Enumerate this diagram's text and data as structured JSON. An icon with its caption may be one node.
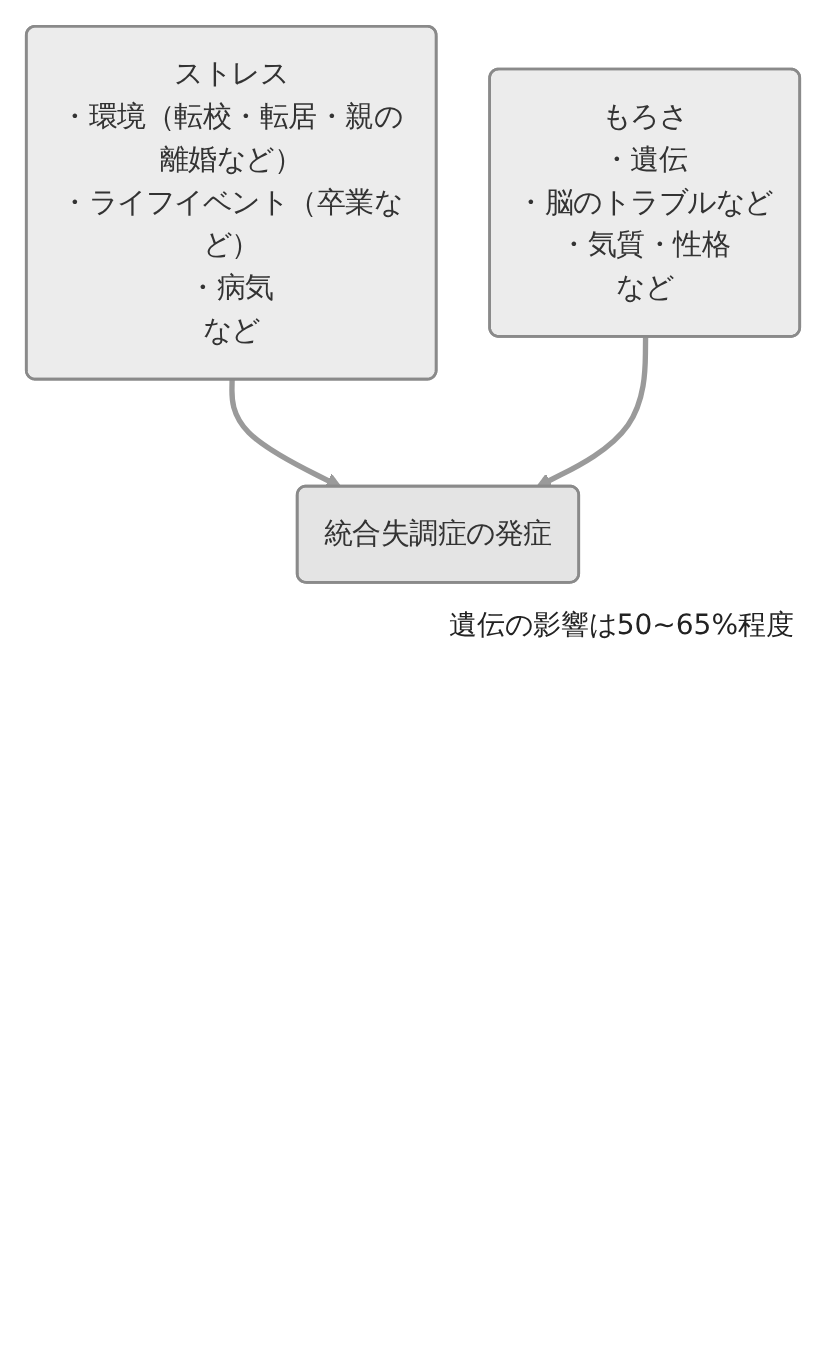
{
  "diagram": {
    "nodes": [
      {
        "text": [
          "ストレス",
          "・環境（転校・転居・親の離婚など）",
          "・ライフイベント（卒業など）",
          "・病気",
          "など"
        ]
      },
      {
        "text": [
          "もろさ",
          "・遺伝",
          "・脳のトラブルなど",
          "・気質・性格",
          "など"
        ]
      },
      {
        "text": [
          "統合失調症の発症"
        ]
      }
    ],
    "edges": [
      {
        "from": 0,
        "to": 2,
        "arrow": "to"
      },
      {
        "from": 1,
        "to": 2,
        "arrow": "to"
      }
    ],
    "labels": [
      "遺伝の影響は50~65%程度"
    ]
  }
}
